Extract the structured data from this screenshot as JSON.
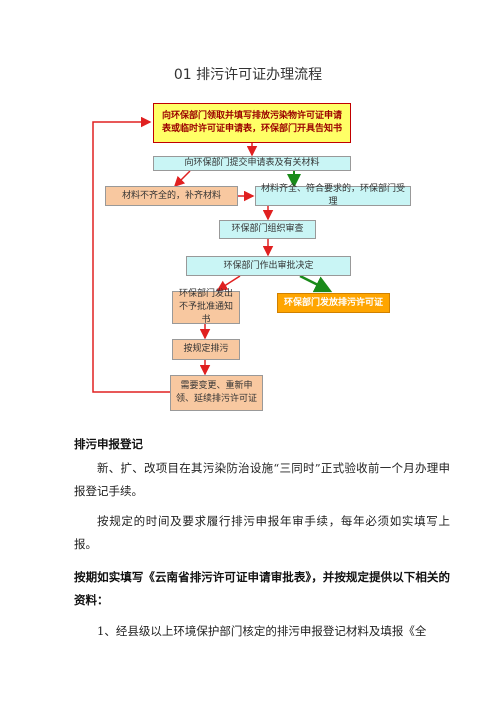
{
  "title": "01 排污许可证办理流程",
  "flow": {
    "step1": "向环保部门领取并填写排放污染物许可证申请表或临时许可证申请表，环保部门开具告知书",
    "step2": "向环保部门提交申请表及有关材料",
    "incomplete": "材料不齐全的，补齐材料",
    "complete": "材料齐全、符合要求的，环保部门受理",
    "review": "环保部门组织审查",
    "decision": "环保部门作出审批决定",
    "reject": "环保部门发出不予批准通知书",
    "issue": "环保部门发放排污许可证",
    "discharge": "按规定排污",
    "renew": "需要变更、重新申领、延续排污许可证"
  },
  "colors": {
    "red_arrow": "#e02020",
    "green_arrow": "#1a8a1a",
    "yellow_box": "#ffff66",
    "cyan_box": "#c9f5f5",
    "peach_box": "#f8c8a0",
    "orange_box": "#ffa500"
  },
  "body": {
    "heading1": "排污申报登记",
    "para1": "新、扩、改项目在其污染防治设施“三同时”正式验收前一个月办理申报登记手续。",
    "para2": "按规定的时间及要求履行排污申报年审手续，每年必须如实填写上报。",
    "heading2": "按期如实填写《云南省排污许可证申请审批表》，并按规定提供以下相关的资料：",
    "para3": "1、经县级以上环境保护部门核定的排污申报登记材料及填报《全"
  }
}
